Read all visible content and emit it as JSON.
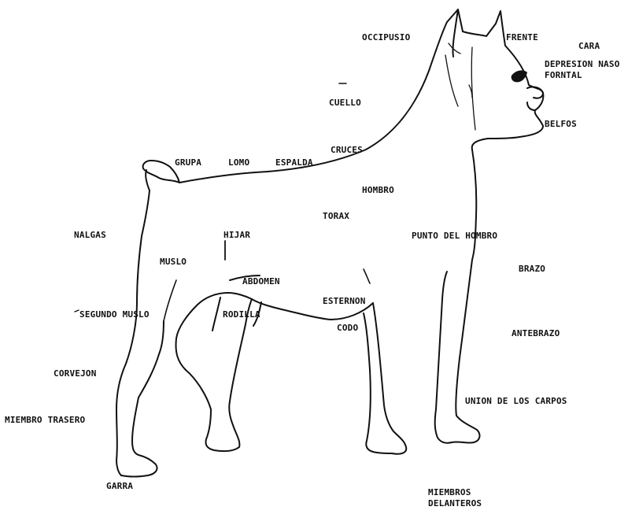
{
  "diagram": {
    "ink_color": "#111111",
    "background": "#ffffff",
    "labels": {
      "occipusio": "OCCIPUSIO",
      "frente": "FRENTE",
      "cara": "CARA",
      "depresion": "DEPRESION NASO\nFORNTAL",
      "cuello": "CUELLO",
      "belfos": "BELFOS",
      "cruces": "CRUCES",
      "grupa": "GRUPA",
      "lomo": "LOMO",
      "espalda": "ESPALDA",
      "hombro": "HOMBRO",
      "torax": "TORAX",
      "nalgas": "NALGAS",
      "hijar": "HIJAR",
      "punto_hombro": "PUNTO DEL HOMBRO",
      "muslo": "MUSLO",
      "brazo": "BRAZO",
      "abdomen": "ABDOMEN",
      "esternon": "ESTERNON",
      "segundo_muslo": "SEGUNDO MUSLO",
      "rodilla": "RODILLA",
      "codo": "CODO",
      "antebrazo": "ANTEBRAZO",
      "corvejon": "CORVEJON",
      "union_carpos": "UNION DE LOS CARPOS",
      "miembro_trasero": "MIEMBRO TRASERO",
      "garra": "GARRA",
      "miembros_delanteros": "MIEMBROS\nDELANTEROS"
    }
  }
}
